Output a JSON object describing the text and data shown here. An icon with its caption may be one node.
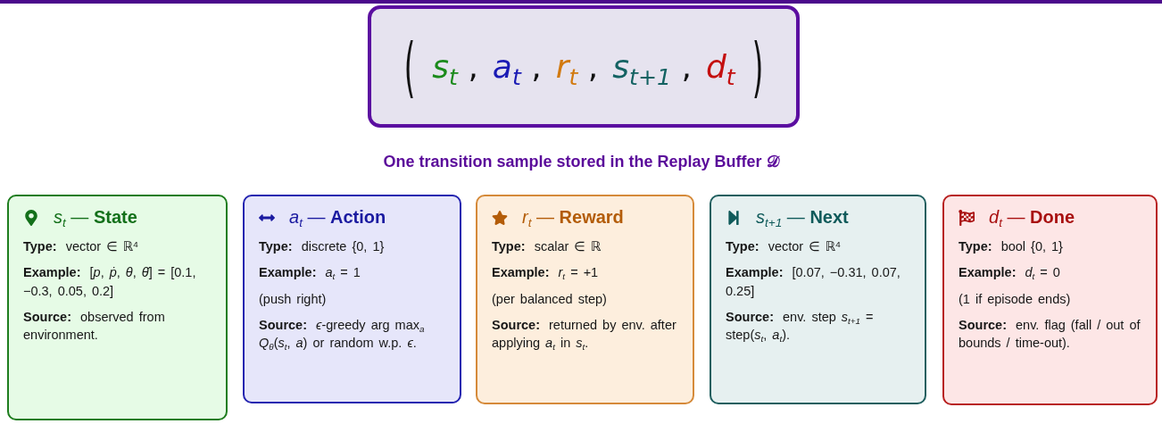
{
  "diagram": {
    "caption": "One transition sample stored in the Replay Buffer 𝒟",
    "nodes": [
      {
        "text": [
          "(",
          "*s*$_{t}$ ,",
          "*a*$_{t}$ ,",
          "*r*$_{t}$ ,",
          "*s*$_{t+1}$ ,",
          "*d*$_{t}$",
          ")"
        ]
      },
      {
        "text": [
          "*s*$_{t}$ — **State**",
          "**Type:** vector ∈ ℝ$^{4}$",
          "**Example:** [*p*, *ṗ*, *θ*, *θ̇*] = [0.1, −0.3, 0.05, 0.2]",
          "**Source:** observed from environment."
        ]
      },
      {
        "text": [
          "*a*$_{t}$ — **Action**",
          "**Type:** discrete {0, 1}",
          "**Example:** *a*$_{t}$ = 1",
          "(push right)",
          "**Source:** *ϵ*-greedy arg max$_{a}$ *Q*$_{θ}$(*s*$_{t}$, *a*) or random w.p. *ϵ*."
        ]
      },
      {
        "text": [
          "*r*$_{t}$ — **Reward**",
          "**Type:** scalar ∈ ℝ",
          "**Example:** *r*$_{t}$ = +1",
          "(per balanced step)",
          "**Source:** returned by env. after applying *a*$_{t}$ in *s*$_{t}$."
        ]
      },
      {
        "text": [
          "*s*$_{t+1}$ — **Next**",
          "**Type:** vector ∈ ℝ$^{4}$",
          "**Example:** [0.07, −0.31, 0.07, 0.25]",
          "**Source:** env. step *s*$_{t+1}$ = step(*s*$_{t}$, *a*$_{t}$)."
        ]
      },
      {
        "text": [
          "*d*$_{t}$ — **Done**",
          "**Type:** bool {0, 1}",
          "**Example:** *d*$_{t}$ = 0",
          "(1 if episode ends)",
          "**Source:** env. flag (fall / out of bounds / time-out)."
        ]
      }
    ]
  }
}
